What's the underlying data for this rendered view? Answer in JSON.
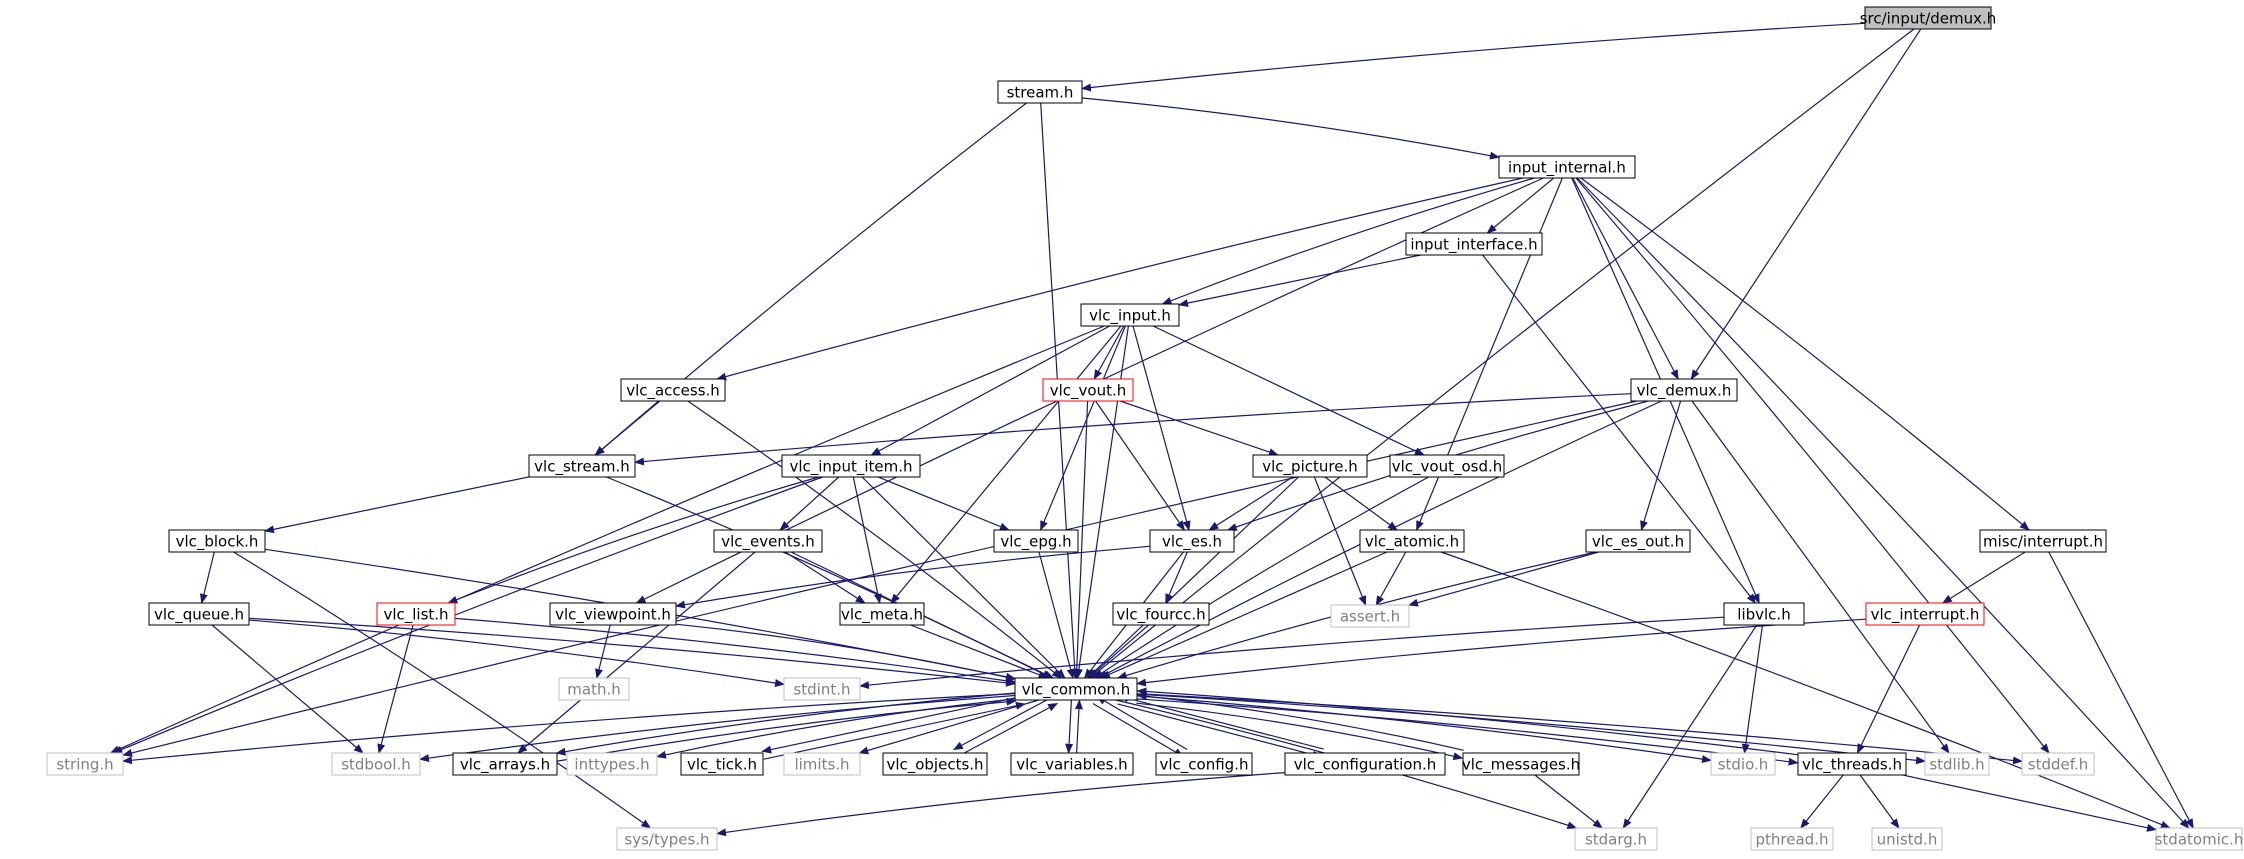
{
  "colors": {
    "edge": "#191970",
    "node_border": "#000000",
    "root_fill": "#bfbfbf",
    "missing_border": "#bfbfbf",
    "missing_text": "#808080",
    "truncated_border": "#ff0000"
  },
  "nodes": [
    {
      "id": "demux_root",
      "label": "src/input/demux.h",
      "kind": "root"
    },
    {
      "id": "stream_h",
      "label": "stream.h",
      "kind": "normal"
    },
    {
      "id": "input_internal",
      "label": "input_internal.h",
      "kind": "normal"
    },
    {
      "id": "input_interface",
      "label": "input_interface.h",
      "kind": "normal"
    },
    {
      "id": "vlc_input",
      "label": "vlc_input.h",
      "kind": "normal"
    },
    {
      "id": "vlc_access",
      "label": "vlc_access.h",
      "kind": "normal"
    },
    {
      "id": "vlc_vout",
      "label": "vlc_vout.h",
      "kind": "truncated"
    },
    {
      "id": "vlc_demux",
      "label": "vlc_demux.h",
      "kind": "normal"
    },
    {
      "id": "vlc_stream",
      "label": "vlc_stream.h",
      "kind": "normal"
    },
    {
      "id": "vlc_input_item",
      "label": "vlc_input_item.h",
      "kind": "normal"
    },
    {
      "id": "vlc_picture",
      "label": "vlc_picture.h",
      "kind": "normal"
    },
    {
      "id": "vlc_vout_osd",
      "label": "vlc_vout_osd.h",
      "kind": "normal"
    },
    {
      "id": "vlc_block",
      "label": "vlc_block.h",
      "kind": "normal"
    },
    {
      "id": "vlc_events",
      "label": "vlc_events.h",
      "kind": "normal"
    },
    {
      "id": "vlc_epg",
      "label": "vlc_epg.h",
      "kind": "normal"
    },
    {
      "id": "vlc_es",
      "label": "vlc_es.h",
      "kind": "normal"
    },
    {
      "id": "vlc_atomic",
      "label": "vlc_atomic.h",
      "kind": "normal"
    },
    {
      "id": "vlc_es_out",
      "label": "vlc_es_out.h",
      "kind": "normal"
    },
    {
      "id": "misc_interrupt",
      "label": "misc/interrupt.h",
      "kind": "normal"
    },
    {
      "id": "vlc_queue",
      "label": "vlc_queue.h",
      "kind": "normal"
    },
    {
      "id": "vlc_list",
      "label": "vlc_list.h",
      "kind": "truncated"
    },
    {
      "id": "vlc_viewpoint",
      "label": "vlc_viewpoint.h",
      "kind": "normal"
    },
    {
      "id": "vlc_meta",
      "label": "vlc_meta.h",
      "kind": "normal"
    },
    {
      "id": "vlc_fourcc",
      "label": "vlc_fourcc.h",
      "kind": "normal"
    },
    {
      "id": "assert_h",
      "label": "assert.h",
      "kind": "missing"
    },
    {
      "id": "libvlc",
      "label": "libvlc.h",
      "kind": "normal"
    },
    {
      "id": "vlc_interrupt",
      "label": "vlc_interrupt.h",
      "kind": "truncated"
    },
    {
      "id": "math_h",
      "label": "math.h",
      "kind": "missing"
    },
    {
      "id": "stdint_h",
      "label": "stdint.h",
      "kind": "missing"
    },
    {
      "id": "vlc_common",
      "label": "vlc_common.h",
      "kind": "normal"
    },
    {
      "id": "string_h",
      "label": "string.h",
      "kind": "missing"
    },
    {
      "id": "stdbool_h",
      "label": "stdbool.h",
      "kind": "missing"
    },
    {
      "id": "vlc_arrays",
      "label": "vlc_arrays.h",
      "kind": "normal"
    },
    {
      "id": "inttypes_h",
      "label": "inttypes.h",
      "kind": "missing"
    },
    {
      "id": "vlc_tick",
      "label": "vlc_tick.h",
      "kind": "normal"
    },
    {
      "id": "limits_h",
      "label": "limits.h",
      "kind": "missing"
    },
    {
      "id": "vlc_objects",
      "label": "vlc_objects.h",
      "kind": "normal"
    },
    {
      "id": "vlc_variables",
      "label": "vlc_variables.h",
      "kind": "normal"
    },
    {
      "id": "vlc_config",
      "label": "vlc_config.h",
      "kind": "normal"
    },
    {
      "id": "vlc_configuration",
      "label": "vlc_configuration.h",
      "kind": "normal"
    },
    {
      "id": "vlc_messages",
      "label": "vlc_messages.h",
      "kind": "normal"
    },
    {
      "id": "stdio_h",
      "label": "stdio.h",
      "kind": "missing"
    },
    {
      "id": "vlc_threads",
      "label": "vlc_threads.h",
      "kind": "normal"
    },
    {
      "id": "stdlib_h",
      "label": "stdlib.h",
      "kind": "missing"
    },
    {
      "id": "stddef_h",
      "label": "stddef.h",
      "kind": "missing"
    },
    {
      "id": "sys_types",
      "label": "sys/types.h",
      "kind": "missing"
    },
    {
      "id": "stdarg_h",
      "label": "stdarg.h",
      "kind": "missing"
    },
    {
      "id": "pthread_h",
      "label": "pthread.h",
      "kind": "missing"
    },
    {
      "id": "unistd_h",
      "label": "unistd.h",
      "kind": "missing"
    },
    {
      "id": "stdatomic_h",
      "label": "stdatomic.h",
      "kind": "missing"
    }
  ],
  "edges": [
    [
      "demux_root",
      "stream_h"
    ],
    [
      "demux_root",
      "vlc_demux"
    ],
    [
      "demux_root",
      "vlc_common"
    ],
    [
      "stream_h",
      "input_internal"
    ],
    [
      "stream_h",
      "vlc_stream"
    ],
    [
      "stream_h",
      "vlc_common"
    ],
    [
      "input_internal",
      "input_interface"
    ],
    [
      "input_internal",
      "vlc_input"
    ],
    [
      "input_internal",
      "vlc_access"
    ],
    [
      "input_internal",
      "vlc_viewpoint"
    ],
    [
      "input_internal",
      "vlc_demux"
    ],
    [
      "input_internal",
      "vlc_atomic"
    ],
    [
      "input_internal",
      "libvlc"
    ],
    [
      "input_internal",
      "misc_interrupt"
    ],
    [
      "input_internal",
      "stddef_h"
    ],
    [
      "input_internal",
      "stdatomic_h"
    ],
    [
      "input_interface",
      "vlc_input"
    ],
    [
      "input_interface",
      "libvlc"
    ],
    [
      "vlc_input",
      "vlc_vout"
    ],
    [
      "vlc_input",
      "vlc_input_item"
    ],
    [
      "vlc_input",
      "vlc_epg"
    ],
    [
      "vlc_input",
      "vlc_meta"
    ],
    [
      "vlc_input",
      "vlc_es"
    ],
    [
      "vlc_input",
      "vlc_vout_osd"
    ],
    [
      "vlc_input",
      "string_h"
    ],
    [
      "vlc_input",
      "vlc_common"
    ],
    [
      "vlc_access",
      "vlc_stream"
    ],
    [
      "vlc_access",
      "vlc_common"
    ],
    [
      "vlc_vout",
      "vlc_picture"
    ],
    [
      "vlc_vout",
      "vlc_es"
    ],
    [
      "vlc_vout",
      "vlc_common"
    ],
    [
      "vlc_demux",
      "vlc_stream"
    ],
    [
      "vlc_demux",
      "vlc_es"
    ],
    [
      "vlc_demux",
      "vlc_es_out"
    ],
    [
      "vlc_demux",
      "vlc_common"
    ],
    [
      "vlc_demux",
      "string_h"
    ],
    [
      "vlc_demux",
      "stdlib_h"
    ],
    [
      "vlc_stream",
      "vlc_block"
    ],
    [
      "vlc_stream",
      "vlc_common"
    ],
    [
      "vlc_input_item",
      "vlc_events"
    ],
    [
      "vlc_input_item",
      "vlc_meta"
    ],
    [
      "vlc_input_item",
      "vlc_epg"
    ],
    [
      "vlc_input_item",
      "vlc_list"
    ],
    [
      "vlc_input_item",
      "string_h"
    ],
    [
      "vlc_input_item",
      "vlc_common"
    ],
    [
      "vlc_picture",
      "vlc_es"
    ],
    [
      "vlc_picture",
      "vlc_atomic"
    ],
    [
      "vlc_picture",
      "assert_h"
    ],
    [
      "vlc_picture",
      "vlc_common"
    ],
    [
      "vlc_vout_osd",
      "vlc_common"
    ],
    [
      "vlc_block",
      "vlc_queue"
    ],
    [
      "vlc_block",
      "sys_types"
    ],
    [
      "vlc_block",
      "vlc_common"
    ],
    [
      "vlc_events",
      "vlc_arrays"
    ],
    [
      "vlc_events",
      "vlc_meta"
    ],
    [
      "vlc_events",
      "vlc_common"
    ],
    [
      "vlc_epg",
      "vlc_common"
    ],
    [
      "vlc_es",
      "vlc_fourcc"
    ],
    [
      "vlc_es",
      "vlc_viewpoint"
    ],
    [
      "vlc_es",
      "vlc_common"
    ],
    [
      "vlc_atomic",
      "assert_h"
    ],
    [
      "vlc_atomic",
      "vlc_common"
    ],
    [
      "vlc_atomic",
      "stdatomic_h"
    ],
    [
      "vlc_es_out",
      "assert_h"
    ],
    [
      "vlc_es_out",
      "vlc_common"
    ],
    [
      "misc_interrupt",
      "vlc_interrupt"
    ],
    [
      "misc_interrupt",
      "stdatomic_h"
    ],
    [
      "vlc_queue",
      "stdbool_h"
    ],
    [
      "vlc_queue",
      "stdint_h"
    ],
    [
      "vlc_queue",
      "vlc_common"
    ],
    [
      "vlc_list",
      "stdbool_h"
    ],
    [
      "vlc_list",
      "vlc_common"
    ],
    [
      "vlc_viewpoint",
      "math_h"
    ],
    [
      "vlc_viewpoint",
      "vlc_common"
    ],
    [
      "vlc_meta",
      "vlc_common"
    ],
    [
      "vlc_fourcc",
      "vlc_common"
    ],
    [
      "libvlc",
      "stdio_h"
    ],
    [
      "libvlc",
      "stdarg_h"
    ],
    [
      "libvlc",
      "stdint_h"
    ],
    [
      "vlc_interrupt",
      "vlc_threads"
    ],
    [
      "vlc_interrupt",
      "vlc_common"
    ],
    [
      "vlc_common",
      "string_h"
    ],
    [
      "vlc_common",
      "stdbool_h"
    ],
    [
      "vlc_common",
      "vlc_arrays"
    ],
    [
      "vlc_common",
      "inttypes_h"
    ],
    [
      "vlc_common",
      "vlc_tick"
    ],
    [
      "vlc_common",
      "limits_h"
    ],
    [
      "vlc_common",
      "vlc_objects"
    ],
    [
      "vlc_common",
      "vlc_variables"
    ],
    [
      "vlc_common",
      "vlc_config"
    ],
    [
      "vlc_common",
      "vlc_configuration"
    ],
    [
      "vlc_common",
      "vlc_messages"
    ],
    [
      "vlc_common",
      "stdio_h"
    ],
    [
      "vlc_common",
      "vlc_threads"
    ],
    [
      "vlc_common",
      "stdlib_h"
    ],
    [
      "vlc_common",
      "stddef_h"
    ],
    [
      "vlc_common",
      "stdarg_h"
    ],
    [
      "vlc_arrays",
      "vlc_common"
    ],
    [
      "vlc_tick",
      "vlc_common"
    ],
    [
      "vlc_objects",
      "vlc_common"
    ],
    [
      "vlc_variables",
      "vlc_common"
    ],
    [
      "vlc_config",
      "vlc_common"
    ],
    [
      "vlc_configuration",
      "vlc_common"
    ],
    [
      "vlc_configuration",
      "sys_types"
    ],
    [
      "vlc_messages",
      "vlc_common"
    ],
    [
      "vlc_messages",
      "stdarg_h"
    ],
    [
      "vlc_threads",
      "vlc_common"
    ],
    [
      "vlc_threads",
      "pthread_h"
    ],
    [
      "vlc_threads",
      "unistd_h"
    ],
    [
      "vlc_threads",
      "stdatomic_h"
    ]
  ]
}
